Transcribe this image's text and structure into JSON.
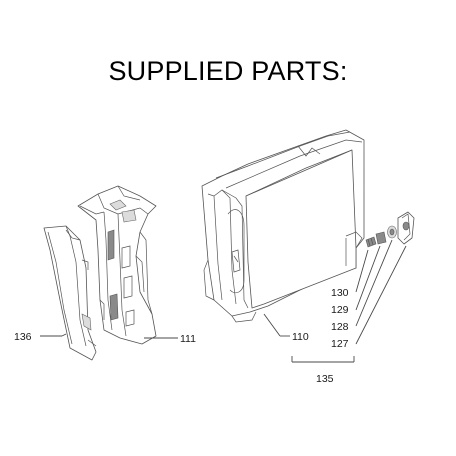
{
  "title": "SUPPLIED PARTS:",
  "labels": {
    "p136": "136",
    "p111": "111",
    "p110": "110",
    "p130": "130",
    "p129": "129",
    "p128": "128",
    "p127": "127",
    "p135": "135"
  }
}
